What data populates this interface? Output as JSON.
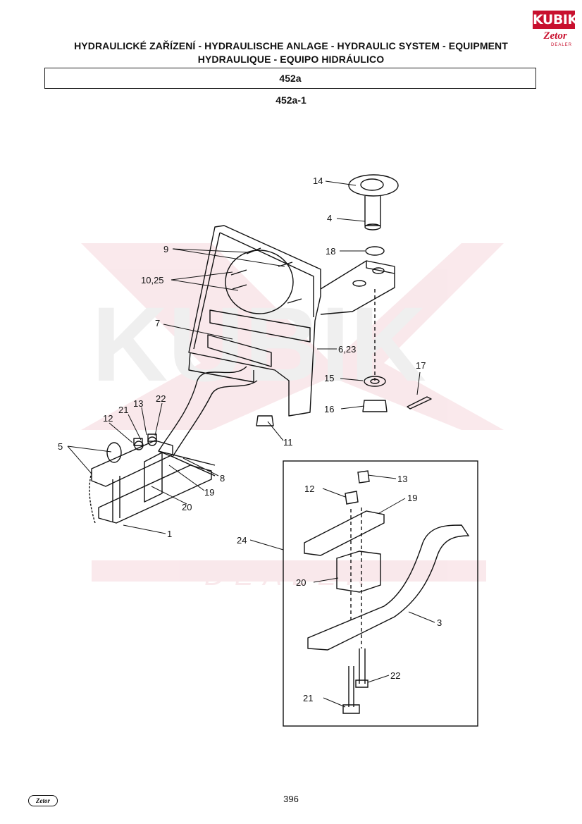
{
  "header": {
    "title_line1": "HYDRAULICKÉ ZAŘÍZENÍ - HYDRAULISCHE ANLAGE - HYDRAULIC SYSTEM - EQUIPMENT",
    "title_line2": "HYDRAULIQUE - EQUIPO HIDRÁULICO",
    "code": "452a",
    "subcode": "452a-1"
  },
  "logo": {
    "brand": "KUBIK",
    "sub": "Zetor",
    "dealer": "DEALER"
  },
  "watermark": {
    "brand": "KUBIK",
    "dealer": "DEALER"
  },
  "footer": {
    "logo": "Zetor",
    "page_number": "396"
  },
  "parts": {
    "p14": "14",
    "p4": "4",
    "p18": "18",
    "p9": "9",
    "p10_25": "10,25",
    "p7": "7",
    "p6_23": "6,23",
    "p15": "15",
    "p16": "16",
    "p17": "17",
    "p11": "11",
    "p5": "5",
    "p12": "12",
    "p21": "21",
    "p13": "13",
    "p22": "22",
    "p8": "8",
    "p19": "19",
    "p20": "20",
    "p1": "1",
    "p24": "24",
    "i13": "13",
    "i12": "12",
    "i19": "19",
    "i20": "20",
    "i3": "3",
    "i22": "22",
    "i21": "21"
  }
}
